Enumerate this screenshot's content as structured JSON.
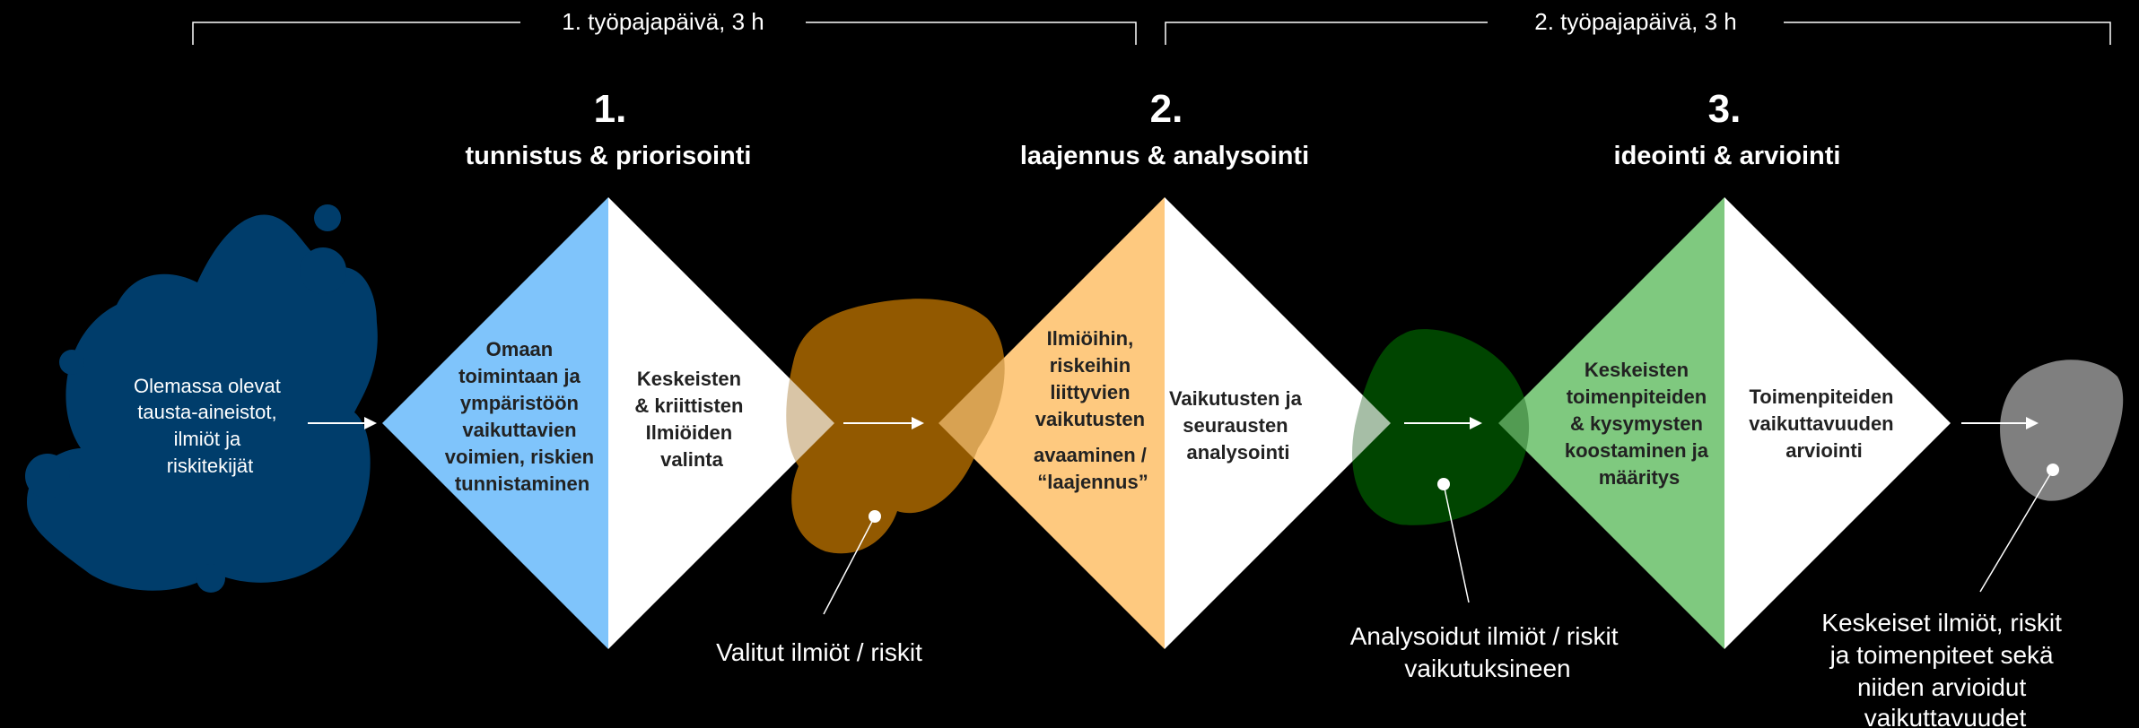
{
  "brackets": [
    {
      "label": "1. työpajapäivä, 3 h"
    },
    {
      "label": "2. työpajapäivä, 3 h"
    }
  ],
  "phases": [
    {
      "number": "1.",
      "title": "tunnistus & priorisointi",
      "color": "#7fc4fb",
      "left_lines": [
        "Omaan",
        "toimintaan ja",
        "ympäristöön",
        "vaikuttavien",
        "voimien, riskien",
        "tunnistaminen"
      ],
      "right_lines": [
        "Keskeisten",
        "& kriittisten",
        "Ilmiöiden",
        "valinta"
      ]
    },
    {
      "number": "2.",
      "title": "laajennus & analysointi",
      "color": "#fec97f",
      "left_lines": [
        "Ilmiöihin,",
        "riskeihin",
        "liittyvien",
        "vaikutusten",
        "avaaminen /",
        "“laajennus”"
      ],
      "right_lines": [
        "Vaikutusten ja",
        "seurausten",
        "analysointi"
      ]
    },
    {
      "number": "3.",
      "title": "ideointi & arviointi",
      "color": "#7fc97f",
      "left_lines": [
        "Keskeisten",
        "toimenpiteiden",
        "& kysymysten",
        "koostaminen ja",
        "määritys"
      ],
      "right_lines": [
        "Toimenpiteiden",
        "vaikuttavuuden",
        "arviointi"
      ]
    }
  ],
  "blobs": {
    "start_lines": [
      "Olemassa olevat",
      "tausta-aineistot,",
      "ilmiöt ja",
      "riskitekijät"
    ],
    "start_color": "#003d6b",
    "brown_color": "#935900",
    "green_color": "#004600",
    "gray_color": "#7f7f7f"
  },
  "outputs": [
    {
      "lines": [
        "Valitut ilmiöt / riskit"
      ]
    },
    {
      "lines": [
        "Analysoidut ilmiöt / riskit",
        "vaikutuksineen"
      ]
    },
    {
      "lines": [
        "Keskeiset ilmiöt, riskit",
        "ja toimenpiteet sekä",
        "niiden arvioidut",
        "vaikuttavuudet"
      ]
    }
  ]
}
